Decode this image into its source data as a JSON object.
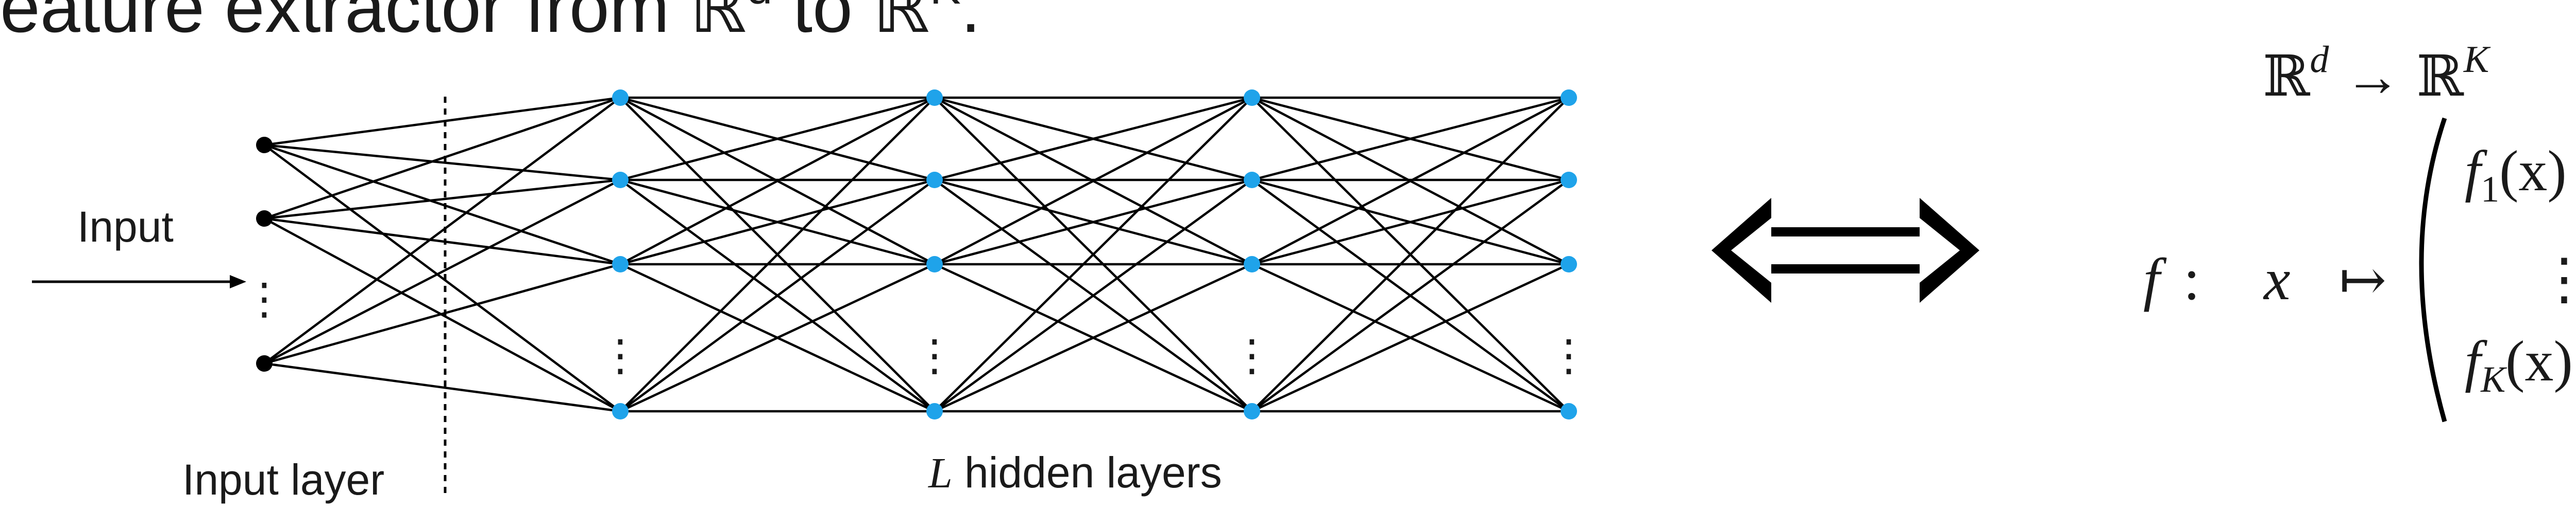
{
  "heading": {
    "prefix": "eature extractor from ",
    "from_space": "ℝ",
    "from_exp": "d",
    "middle": " to ",
    "to_space": "ℝ",
    "to_exp": "K",
    "suffix": "."
  },
  "network": {
    "input_label": "Input",
    "input_layer_label": "Input layer",
    "hidden_layers_var": "L",
    "hidden_layers_text": " hidden layers",
    "ellipsis": "⋮",
    "input_neuron_color": "#000000",
    "hidden_neuron_color": "#1fa3ea",
    "input_neurons_visible": 3,
    "hidden_layers_drawn": 4,
    "hidden_neurons_visible_per_layer": 4
  },
  "equivalence_symbol": "⟺",
  "formula": {
    "domain": "ℝ",
    "domain_exp": "d",
    "arrow": "→",
    "codomain": "ℝ",
    "codomain_exp": "K",
    "func": "f",
    "colon": ":",
    "var": "x",
    "mapsto": "↦",
    "entries": [
      {
        "f": "f",
        "sub": "1",
        "arg": "(x)"
      },
      {
        "f": "f",
        "sub": "K",
        "arg": "(x)"
      }
    ],
    "vdots": "⋮"
  }
}
